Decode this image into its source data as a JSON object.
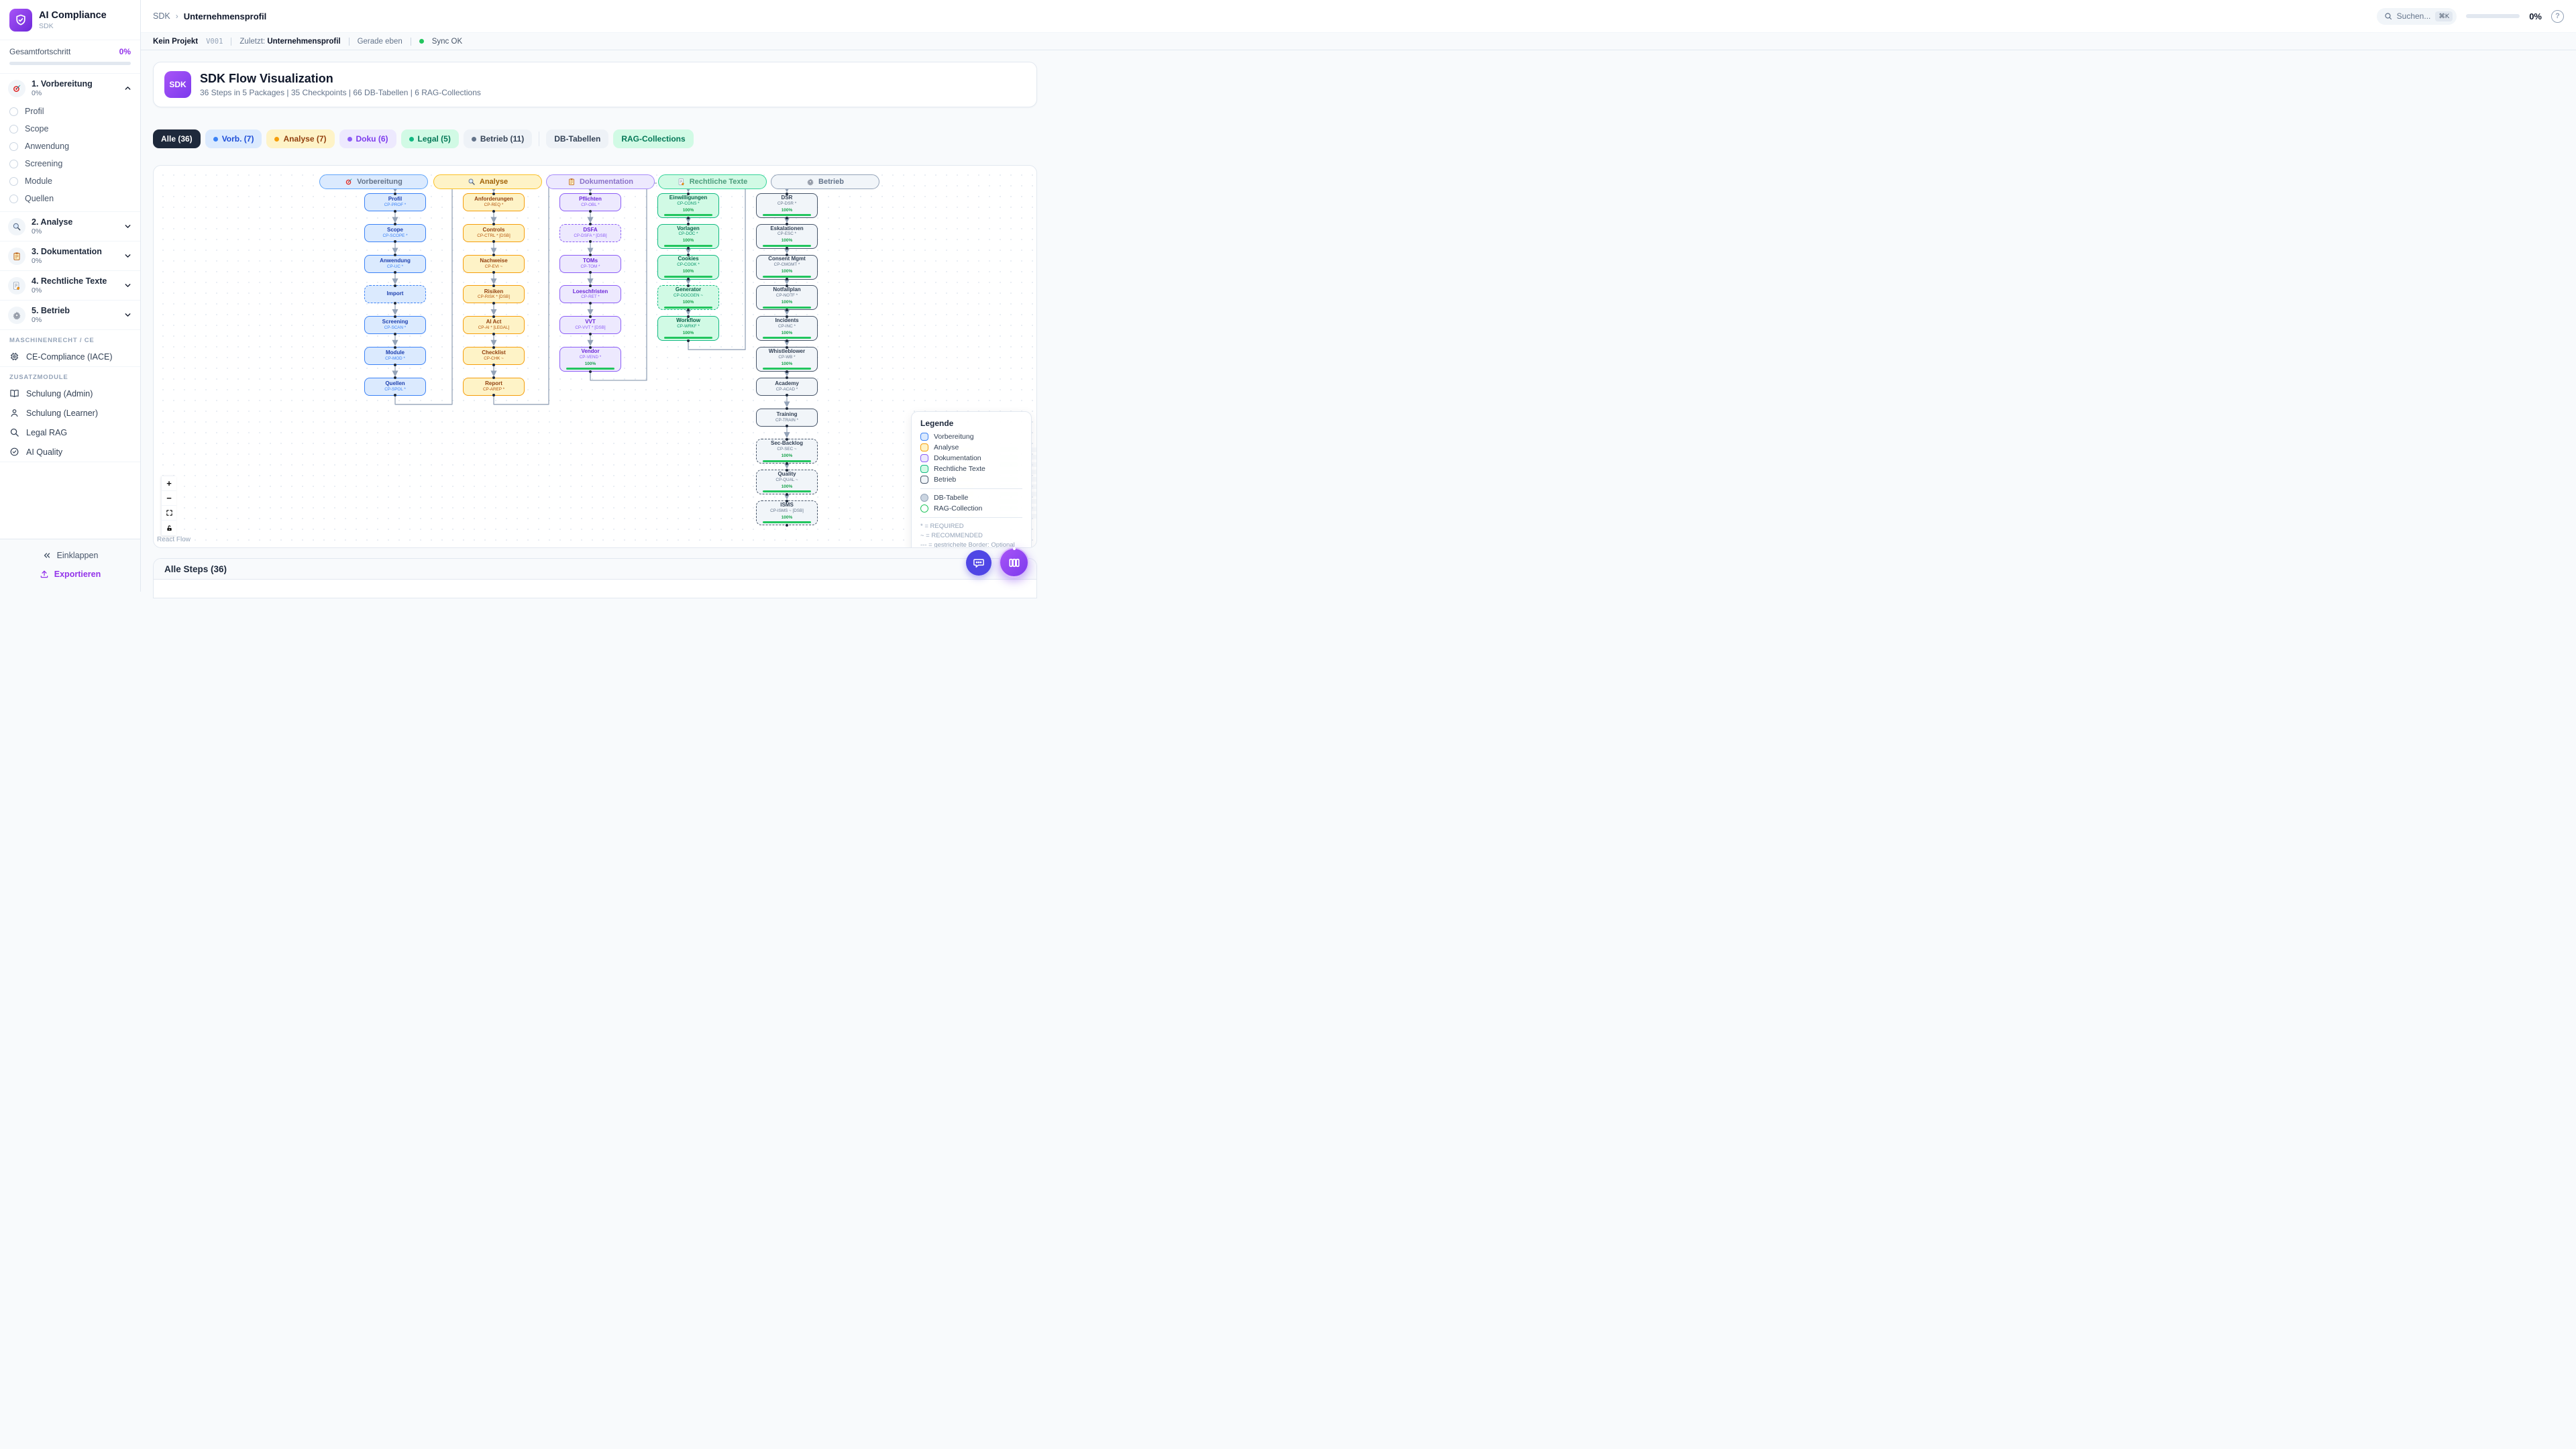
{
  "app": {
    "title": "AI Compliance",
    "subtitle": "SDK"
  },
  "sidebar": {
    "overall": {
      "label": "Gesamtfortschritt",
      "value": "0%"
    },
    "phases": [
      {
        "label": "1. Vorbereitung",
        "pct": "0%",
        "icon": "target",
        "chevron": "up",
        "items": [
          "Profil",
          "Scope",
          "Anwendung",
          "Screening",
          "Module",
          "Quellen"
        ]
      },
      {
        "label": "2. Analyse",
        "pct": "0%",
        "icon": "magnifier",
        "chevron": "down",
        "items": []
      },
      {
        "label": "3. Dokumentation",
        "pct": "0%",
        "icon": "clipboard",
        "chevron": "down",
        "items": []
      },
      {
        "label": "4. Rechtliche Texte",
        "pct": "0%",
        "icon": "memo",
        "chevron": "down",
        "items": []
      },
      {
        "label": "5. Betrieb",
        "pct": "0%",
        "icon": "gear",
        "chevron": "down",
        "items": []
      }
    ],
    "sections": [
      {
        "title": "MASCHINENRECHT / CE",
        "items": [
          {
            "label": "CE-Compliance (IACE)",
            "icon": "cpu"
          }
        ]
      },
      {
        "title": "ZUSATZMODULE",
        "items": [
          {
            "label": "Schulung (Admin)",
            "icon": "book"
          },
          {
            "label": "Schulung (Learner)",
            "icon": "person"
          },
          {
            "label": "Legal RAG",
            "icon": "search"
          },
          {
            "label": "AI Quality",
            "icon": "check-circle"
          }
        ]
      }
    ],
    "footer": {
      "collapse": "Einklappen",
      "export": "Exportieren"
    }
  },
  "topbar": {
    "breadcrumb": {
      "root": "SDK",
      "current": "Unternehmensprofil"
    },
    "search": {
      "placeholder": "Suchen...",
      "shortcut": "⌘K"
    },
    "progress": "0%"
  },
  "statusbar": {
    "project": "Kein Projekt",
    "version": "V001",
    "last_label": "Zuletzt:",
    "last_value": "Unternehmensprofil",
    "time": "Gerade eben",
    "sync": "Sync OK"
  },
  "hero": {
    "badge": "SDK",
    "title": "SDK Flow Visualization",
    "subtitle": "36 Steps in 5 Packages | 35 Checkpoints | 66 DB-Tabellen | 6 RAG-Collections"
  },
  "filters": [
    {
      "label": "Alle (36)",
      "style": "dark",
      "dot": false
    },
    {
      "label": "Vorb. (7)",
      "style": "blue",
      "dot": true
    },
    {
      "label": "Analyse (7)",
      "style": "yellow",
      "dot": true
    },
    {
      "label": "Doku (6)",
      "style": "purple",
      "dot": true
    },
    {
      "label": "Legal (5)",
      "style": "green",
      "dot": true
    },
    {
      "label": "Betrieb (11)",
      "style": "gray",
      "dot": true
    },
    {
      "label": "DB-Tabellen",
      "style": "gray",
      "dot": false,
      "sep_before": true
    },
    {
      "label": "RAG-Collections",
      "style": "green",
      "dot": false
    }
  ],
  "flow": {
    "packages": [
      {
        "name": "Vorbereitung",
        "icon": "target",
        "color": "blue",
        "nodes": [
          {
            "label": "Profil",
            "code": "CP-PROF *"
          },
          {
            "label": "Scope",
            "code": "CP-SCOPE *"
          },
          {
            "label": "Anwendung",
            "code": "CP-UC *"
          },
          {
            "label": "Import",
            "code": "",
            "dashed": true
          },
          {
            "label": "Screening",
            "code": "CP-SCAN *"
          },
          {
            "label": "Module",
            "code": "CP-MOD *"
          },
          {
            "label": "Quellen",
            "code": "CP-SPOL *"
          }
        ]
      },
      {
        "name": "Analyse",
        "icon": "magnifier",
        "color": "yellow",
        "nodes": [
          {
            "label": "Anforderungen",
            "code": "CP-REQ *"
          },
          {
            "label": "Controls",
            "code": "CP-CTRL * [DSB]"
          },
          {
            "label": "Nachweise",
            "code": "CP-EVI ~"
          },
          {
            "label": "Risiken",
            "code": "CP-RISK * [DSB]"
          },
          {
            "label": "AI Act",
            "code": "CP-AI * [LEGAL]"
          },
          {
            "label": "Checklist",
            "code": "CP-CHK ~"
          },
          {
            "label": "Report",
            "code": "CP-AREP *"
          }
        ]
      },
      {
        "name": "Dokumentation",
        "icon": "clipboard",
        "color": "purple",
        "nodes": [
          {
            "label": "Pflichten",
            "code": "CP-OBL *"
          },
          {
            "label": "DSFA",
            "code": "CP-DSFA * [DSB]",
            "dashed": true
          },
          {
            "label": "TOMs",
            "code": "CP-TOM *"
          },
          {
            "label": "Loeschfristen",
            "code": "CP-RET *"
          },
          {
            "label": "VVT",
            "code": "CP-VVT * [DSB]"
          },
          {
            "label": "Vendor",
            "code": "CP-VEND *",
            "progress": "100%"
          }
        ]
      },
      {
        "name": "Rechtliche Texte",
        "icon": "memo",
        "color": "green",
        "nodes": [
          {
            "label": "Einwilligungen",
            "code": "CP-CONS *",
            "progress": "100%"
          },
          {
            "label": "Vorlagen",
            "code": "CP-DOC *",
            "progress": "100%"
          },
          {
            "label": "Cookies",
            "code": "CP-COOK *",
            "progress": "100%"
          },
          {
            "label": "Generator",
            "code": "CP-DOCGEN ~",
            "progress": "100%",
            "dashed": true
          },
          {
            "label": "Workflow",
            "code": "CP-WRKF *",
            "progress": "100%"
          }
        ]
      },
      {
        "name": "Betrieb",
        "icon": "gear",
        "color": "gray",
        "nodes": [
          {
            "label": "DSR",
            "code": "CP-DSR *",
            "progress": "100%"
          },
          {
            "label": "Eskalationen",
            "code": "CP-ESC *",
            "progress": "100%"
          },
          {
            "label": "Consent Mgmt",
            "code": "CP-CMGMT *",
            "progress": "100%"
          },
          {
            "label": "Notfallplan",
            "code": "CP-NOTF *",
            "progress": "100%"
          },
          {
            "label": "Incidents",
            "code": "CP-INC *",
            "progress": "100%"
          },
          {
            "label": "Whistleblower",
            "code": "CP-WB *",
            "progress": "100%"
          },
          {
            "label": "Academy",
            "code": "CP-ACAD *"
          },
          {
            "label": "Training",
            "code": "CP-TRAIN *"
          },
          {
            "label": "Sec-Backlog",
            "code": "CP-SEC ~",
            "progress": "100%",
            "dashed": true
          },
          {
            "label": "Quality",
            "code": "CP-QUAL ~",
            "progress": "100%",
            "dashed": true
          },
          {
            "label": "ISMS",
            "code": "CP-ISMS ~ [DSB]",
            "progress": "100%",
            "dashed": true
          }
        ]
      }
    ],
    "legend": {
      "title": "Legende",
      "packages": [
        {
          "label": "Vorbereitung",
          "color": "blue"
        },
        {
          "label": "Analyse",
          "color": "yellow"
        },
        {
          "label": "Dokumentation",
          "color": "purple"
        },
        {
          "label": "Rechtliche Texte",
          "color": "green"
        },
        {
          "label": "Betrieb",
          "color": "gray"
        }
      ],
      "shapes": [
        {
          "label": "DB-Tabelle",
          "kind": "db"
        },
        {
          "label": "RAG-Collection",
          "kind": "rag"
        }
      ],
      "notes": [
        "* = REQUIRED",
        "~ = RECOMMENDED",
        "--- = gestrichelte Border: Optional"
      ]
    },
    "attribution": "React Flow"
  },
  "bottom": {
    "title": "Alle Steps (36)"
  },
  "colors": {
    "accent": "#7c3aed",
    "progress_green": "#22c55e",
    "sync_green": "#22c55e",
    "edge": "#94a3b8",
    "dark_pill": "#1e293b"
  }
}
